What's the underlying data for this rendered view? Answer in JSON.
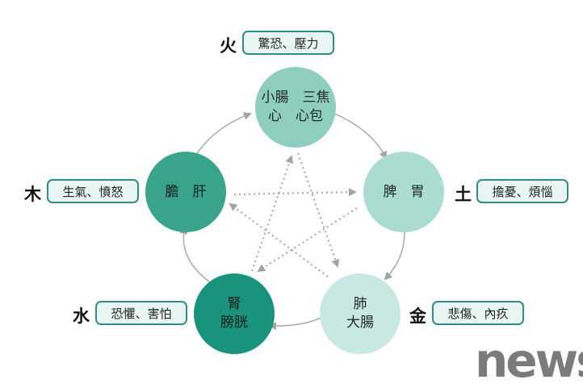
{
  "colors": {
    "fire_circle": "#8fcdbf",
    "earth_circle": "#abdcd2",
    "metal_circle": "#c8e8e1",
    "water_circle": "#19937c",
    "wood_circle": "#3aa38c",
    "box_border": "#2f8d85",
    "box_fill": "#e9f5f3",
    "arrow": "#a3a3a3"
  },
  "nodes": {
    "fire": {
      "element": "火",
      "line1": "小腸　三焦",
      "line2": "心　心包",
      "emotion": "驚恐、壓力"
    },
    "earth": {
      "element": "土",
      "line1": "脾　胃",
      "line2": "",
      "emotion": "擔憂、煩惱"
    },
    "metal": {
      "element": "金",
      "line1": "肺",
      "line2": "大腸",
      "emotion": "悲傷、內疚"
    },
    "water": {
      "element": "水",
      "line1": "腎",
      "line2": "膀胱",
      "emotion": "恐懼、害怕"
    },
    "wood": {
      "element": "木",
      "line1": "膽　肝",
      "line2": "",
      "emotion": "生氣、憤怒"
    }
  },
  "logo": {
    "text": "news"
  }
}
